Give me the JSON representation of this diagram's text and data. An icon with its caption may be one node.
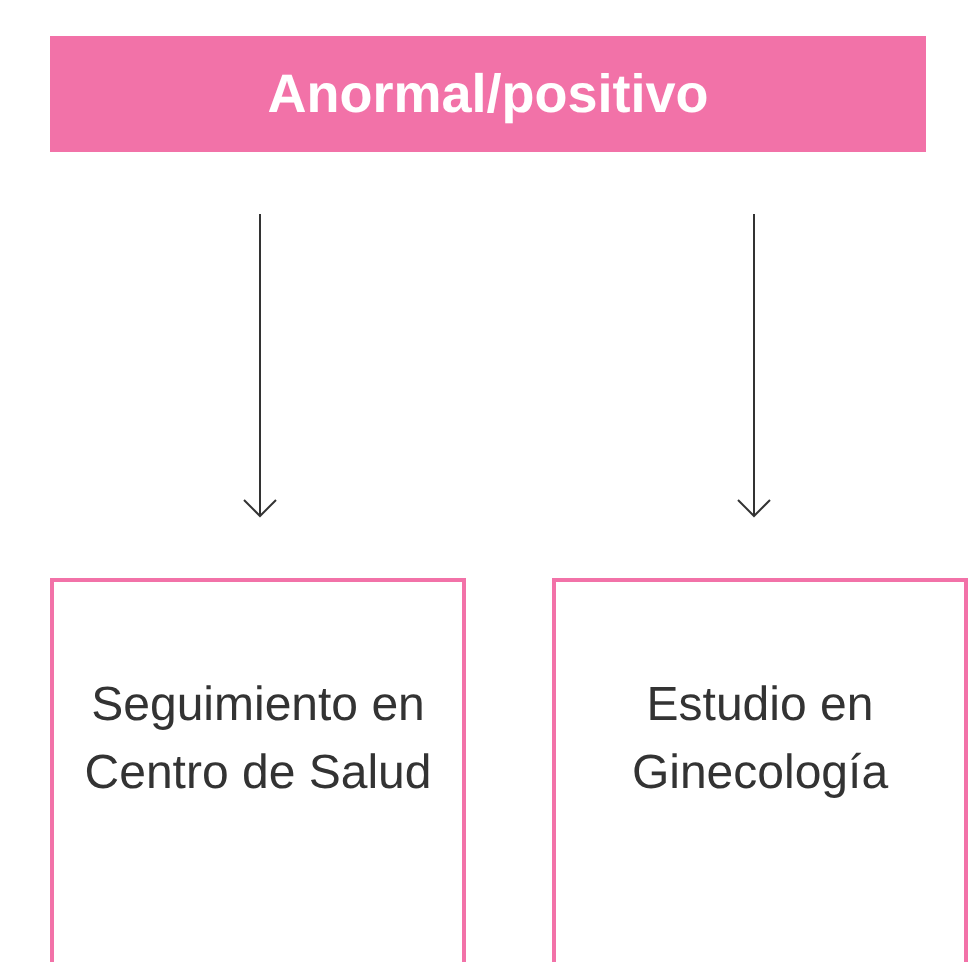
{
  "diagram": {
    "nodes": [
      {
        "text": [
          "Anormal/positivo"
        ]
      },
      {
        "text": [
          "Seguimiento en Centro de Salud"
        ]
      },
      {
        "text": [
          "Estudio en Ginecología"
        ]
      }
    ],
    "edges": [
      {
        "from": 0,
        "to": 1,
        "arrow": "to"
      },
      {
        "from": 0,
        "to": 2,
        "arrow": "to"
      }
    ]
  }
}
